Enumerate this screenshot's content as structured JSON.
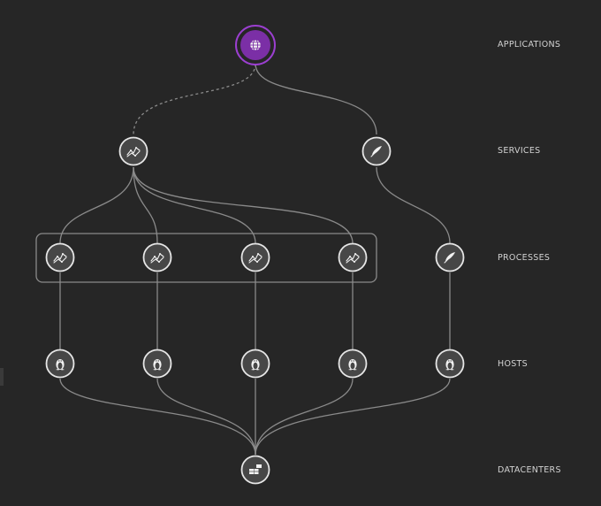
{
  "layers": {
    "applications": "APPLICATIONS",
    "services": "SERVICES",
    "processes": "PROCESSES",
    "hosts": "HOSTS",
    "datacenters": "DATACENTERS"
  },
  "colors": {
    "background": "#262626",
    "application_node": "#7b2fa6",
    "application_ring": "#9b3fd0",
    "node_fill": "#474747",
    "node_stroke": "#e6e6e6",
    "edge": "#8a8a8a"
  },
  "nodes": {
    "application": {
      "icon": "globe-icon"
    },
    "services": [
      {
        "icon": "service-graph-icon"
      },
      {
        "icon": "feather-icon"
      }
    ],
    "processes": [
      {
        "icon": "service-graph-icon",
        "grouped": true
      },
      {
        "icon": "service-graph-icon",
        "grouped": true
      },
      {
        "icon": "service-graph-icon",
        "grouped": true
      },
      {
        "icon": "service-graph-icon",
        "grouped": true
      },
      {
        "icon": "feather-icon",
        "grouped": false
      }
    ],
    "hosts": [
      {
        "icon": "linux-penguin-icon"
      },
      {
        "icon": "linux-penguin-icon"
      },
      {
        "icon": "linux-penguin-icon"
      },
      {
        "icon": "linux-penguin-icon"
      },
      {
        "icon": "linux-penguin-icon"
      }
    ],
    "datacenter": {
      "icon": "datacenter-icon"
    }
  }
}
